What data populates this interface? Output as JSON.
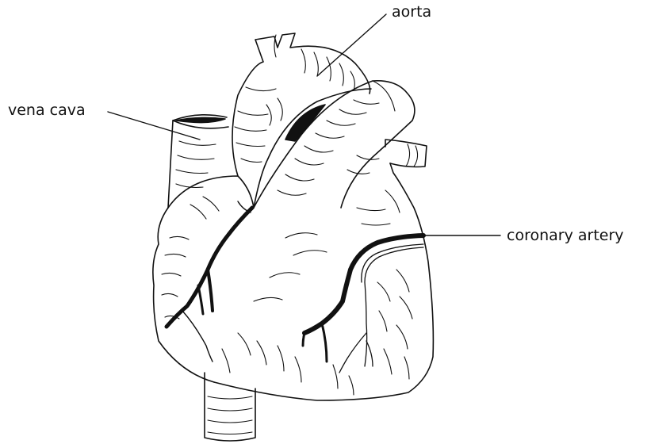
{
  "labels": {
    "aorta": "aorta",
    "vena_cava": "vena cava",
    "coronary_artery": "coronary artery"
  },
  "colors": {
    "ink": "#111111",
    "background": "#ffffff"
  }
}
